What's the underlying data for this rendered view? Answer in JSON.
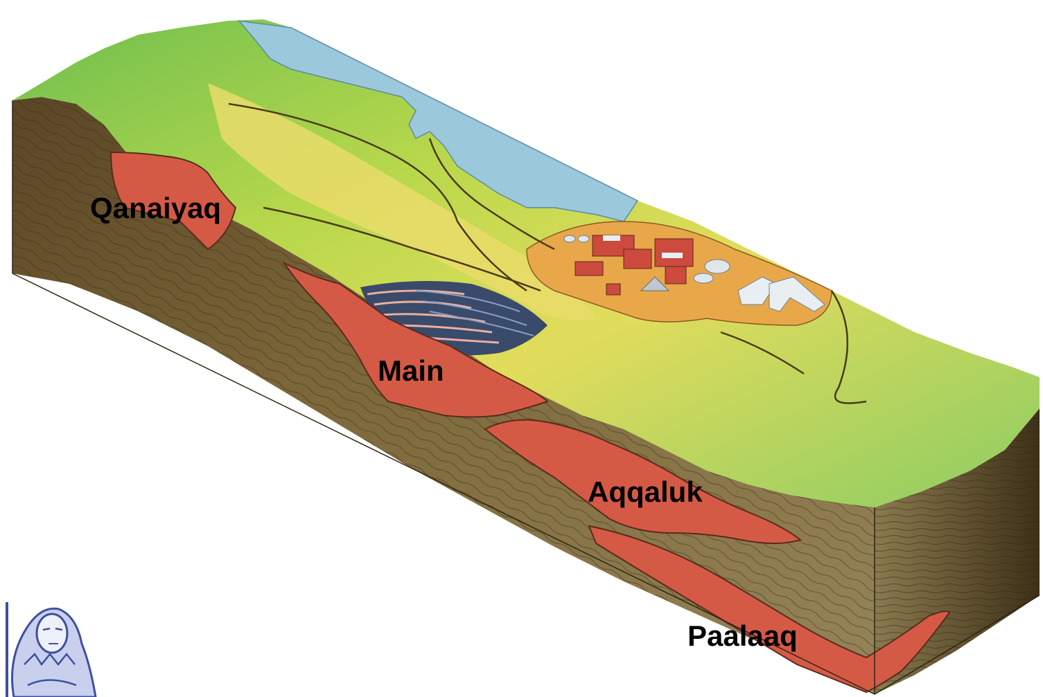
{
  "diagram": {
    "deposit_labels": {
      "qanaiyaq": "Qanaiyaq",
      "main": "Main",
      "aqqaluk": "Aqqaluk",
      "paalaaq": "Paalaaq"
    },
    "colors": {
      "ore_body": "#d55a46",
      "ore_outline": "#5a2a1c",
      "bedrock": "#7a6235",
      "bedrock_dark": "#4a3a1c",
      "bedrock_front": "#8a7446",
      "grass": "#7cc25a",
      "grass_light": "#c8da52",
      "yellow_fill": "#e8d870",
      "water": "#9cc8dc",
      "pad": "#e8a84a",
      "building_red": "#cc4a3e",
      "building_white": "#e8eef2",
      "pit_bench_blue": "#3a4a6a",
      "pit_bench_red": "#c85a50",
      "logo_blue": "#3f4f9f"
    },
    "icons": {
      "logo": "hooded-figure-logo-icon"
    }
  }
}
